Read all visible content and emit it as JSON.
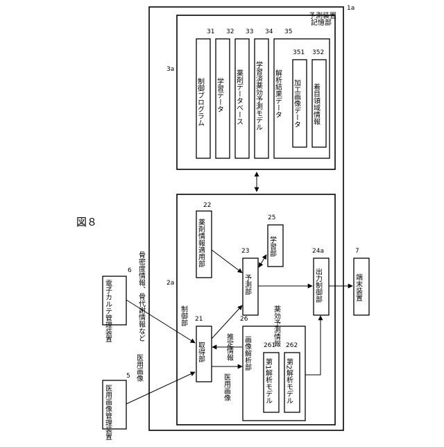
{
  "figure_label": "図８",
  "device": {
    "name": "予測装置",
    "ref": "1a"
  },
  "storage": {
    "name": "記憶部",
    "ref": "3a",
    "items": [
      {
        "ref": "31",
        "label": "制御プログラム"
      },
      {
        "ref": "32",
        "label": "学習データ"
      },
      {
        "ref": "33",
        "label": "薬剤データベース"
      },
      {
        "ref": "34",
        "label": "学習済薬効予測モデル"
      },
      {
        "ref": "35",
        "label": "解析結果データ"
      }
    ],
    "sub_items": [
      {
        "ref": "351",
        "label": "加工画像データ"
      },
      {
        "ref": "352",
        "label": "着目領域情報"
      }
    ]
  },
  "control": {
    "name": "制御部",
    "ref": "2a",
    "acquisition": {
      "ref": "21",
      "label": "取得部"
    },
    "drug_info": {
      "ref": "22",
      "label": "薬剤情報適用部"
    },
    "prediction": {
      "ref": "23",
      "label": "予測部"
    },
    "learning": {
      "ref": "25",
      "label": "学習部"
    },
    "output": {
      "ref": "24a",
      "label": "出力制御部"
    },
    "image_analysis": {
      "ref": "26",
      "label": "画像解析部",
      "models": [
        {
          "ref": "261",
          "label": "第1解析モデル"
        },
        {
          "ref": "262",
          "label": "第2解析モデル"
        }
      ]
    }
  },
  "external": {
    "imaging": {
      "ref": "5",
      "label": "医用画像管理装置"
    },
    "records": {
      "ref": "6",
      "label": "電子カルテ管理装置"
    },
    "terminal": {
      "ref": "7",
      "label": "端末装置"
    }
  },
  "flows": {
    "medical_image_in": "医用画像",
    "records_in": "骨密度情報、骨代謝情報など",
    "medical_image_inner": "医用画像",
    "estimate_info": "推定情報",
    "efficacy_info": "薬効予測情報"
  }
}
